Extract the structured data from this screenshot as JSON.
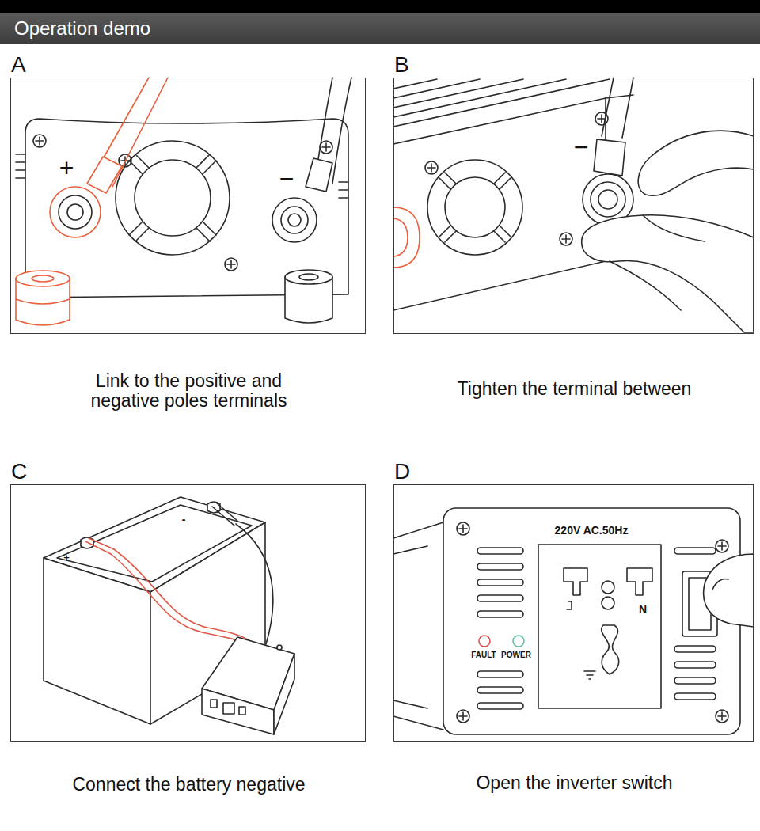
{
  "diagram": {
    "title": "Operation demo",
    "nodes": [
      {
        "text": [
          "A",
          "Link to the positive and negative poles terminals"
        ]
      },
      {
        "text": [
          "B",
          "Tighten the terminal between"
        ]
      },
      {
        "text": [
          "C",
          "Connect the battery negative"
        ]
      },
      {
        "text": [
          "D",
          "Open the inverter switch"
        ]
      }
    ],
    "labels": [
      "+",
      "−",
      "−",
      "+",
      "-",
      "220V AC.50Hz",
      "N",
      "FAULT",
      "POWER"
    ]
  }
}
